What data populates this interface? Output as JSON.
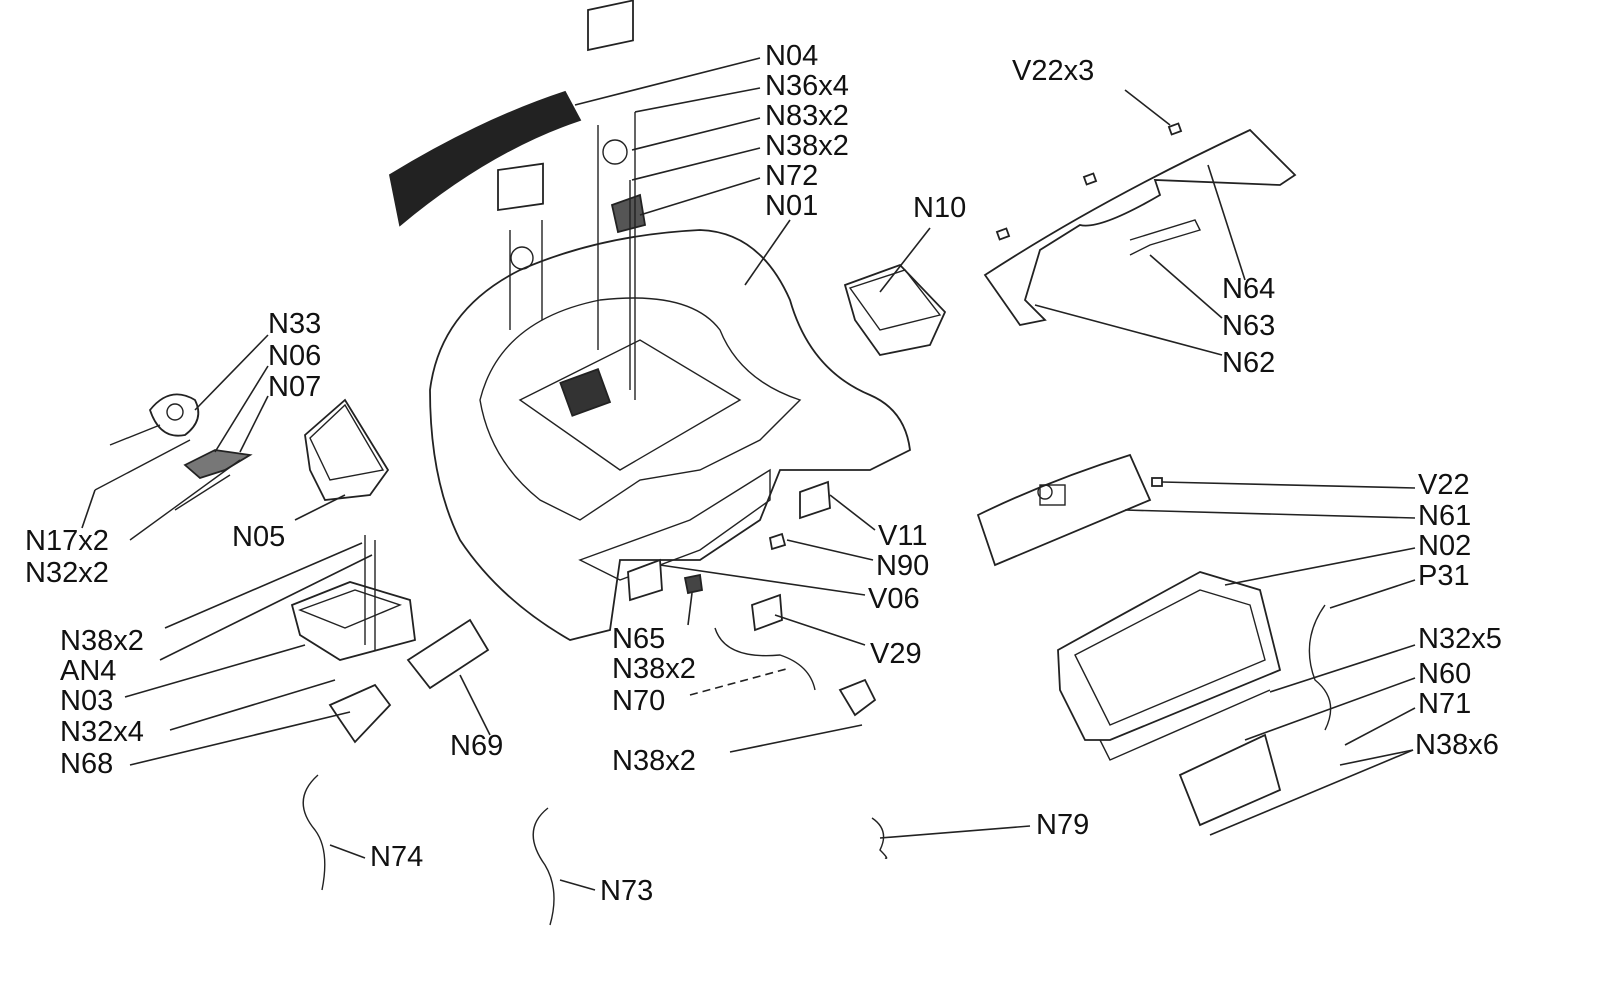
{
  "labels": [
    "N04",
    "N36x4",
    "N83x2",
    "N38x2",
    "N72",
    "N01",
    "V22x3",
    "N10",
    "N64",
    "N63",
    "N62",
    "N33",
    "N06",
    "N07",
    "N17x2",
    "N32x2",
    "N05",
    "V22",
    "N61",
    "N02",
    "P31",
    "V11",
    "N90",
    "V06",
    "N38x2",
    "AN4",
    "N03",
    "N32x4",
    "N68",
    "N65",
    "N38x2",
    "N70",
    "V29",
    "N69",
    "N38x2",
    "N32x5",
    "N60",
    "N71",
    "N38x6",
    "N79",
    "N74",
    "N73"
  ]
}
